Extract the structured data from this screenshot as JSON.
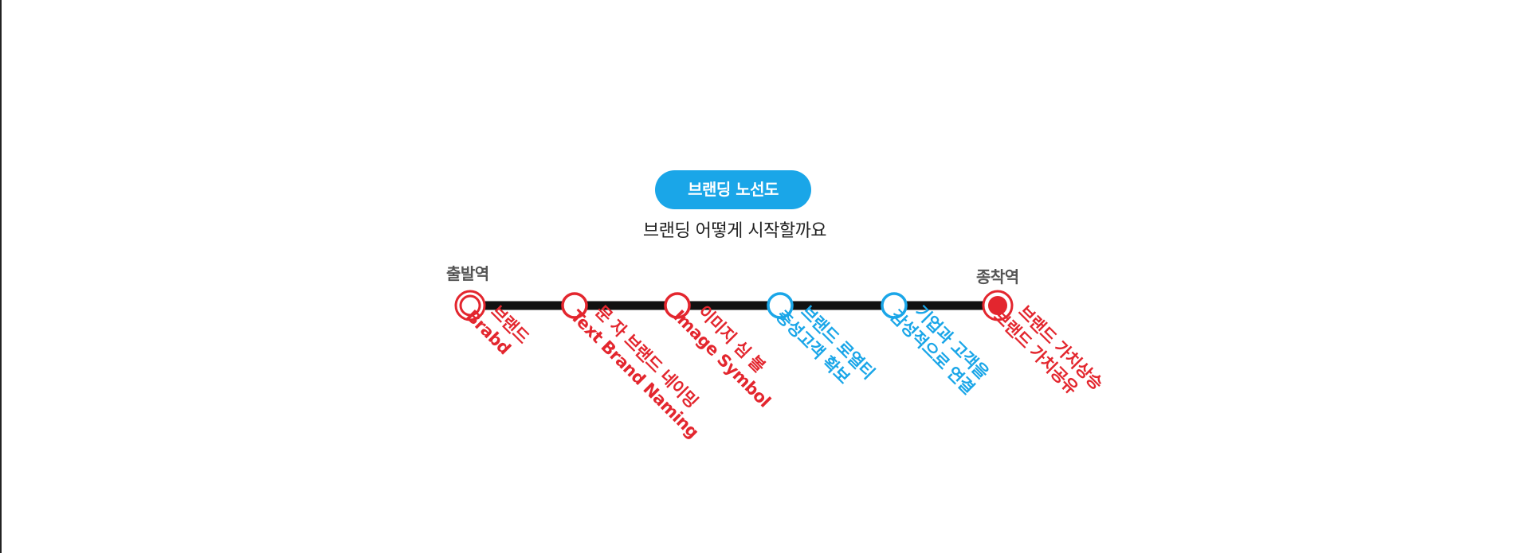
{
  "header": {
    "title": "브랜딩 노선도",
    "subtitle": "브랜딩 어떻게 시작할까요"
  },
  "terminals": {
    "start": "출발역",
    "end": "종착역"
  },
  "colors": {
    "accent_blue": "#1aa6e8",
    "red": "#e3262e",
    "line": "#111111"
  },
  "stations": [
    {
      "lines": [
        "브랜드",
        "Brabd"
      ],
      "color": "#e3262e",
      "type": "double"
    },
    {
      "lines": [
        "문 자  브랜드 네이밍",
        "Text  Brand Naming"
      ],
      "color": "#e3262e",
      "type": "ring"
    },
    {
      "lines": [
        "이미지  심  볼",
        "Image  Symbol"
      ],
      "color": "#e3262e",
      "type": "ring"
    },
    {
      "lines": [
        "브랜드 로열티",
        "충성고객 확보"
      ],
      "color": "#1aa6e8",
      "type": "ring"
    },
    {
      "lines": [
        "기업과 고객을",
        "감성적으로 연결"
      ],
      "color": "#1aa6e8",
      "type": "ring"
    },
    {
      "lines": [
        "브랜드 가치상승",
        "브랜드 가치공유"
      ],
      "color": "#e3262e",
      "type": "filled"
    }
  ]
}
